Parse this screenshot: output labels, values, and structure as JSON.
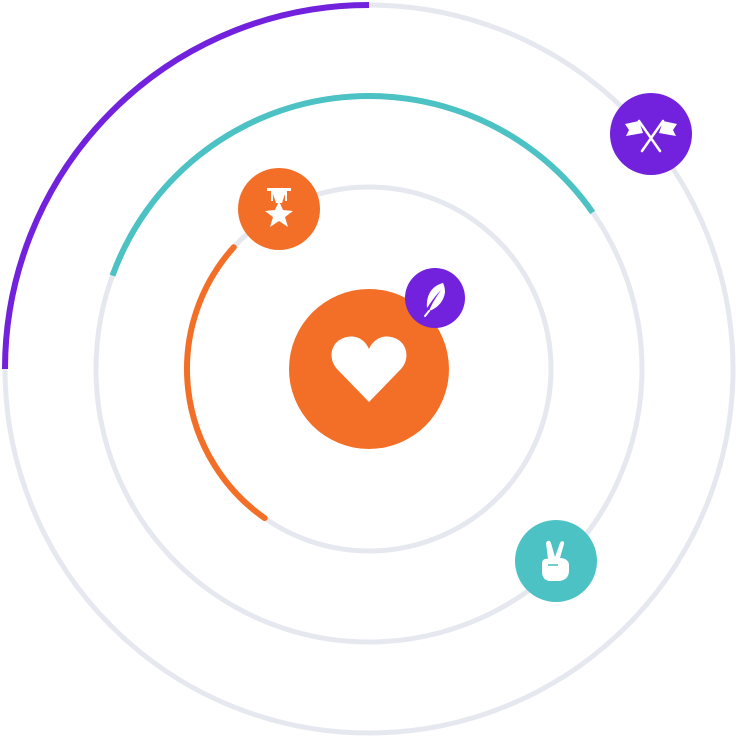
{
  "colors": {
    "track": "#e6e8f0",
    "purple": "#7222dc",
    "teal": "#4cc2c4",
    "orange": "#f36f27",
    "white": "#ffffff",
    "background": "#ffffff"
  },
  "rings": [
    {
      "id": "outer",
      "progress_arc": {
        "start_deg": 180,
        "end_deg": 270,
        "color": "purple"
      }
    },
    {
      "id": "middle",
      "progress_arc": {
        "start_deg": 200,
        "end_deg": 325,
        "color": "teal"
      }
    },
    {
      "id": "inner",
      "progress_arc": {
        "start_deg": 125,
        "end_deg": 222,
        "color": "orange"
      }
    }
  ],
  "badges": [
    {
      "id": "flags",
      "icon": "crossed-flags-icon",
      "color": "purple",
      "ring": "outer"
    },
    {
      "id": "medal",
      "icon": "medal-star-icon",
      "color": "orange",
      "ring": "inner"
    },
    {
      "id": "feather",
      "icon": "feather-icon",
      "color": "purple",
      "ring": "center"
    },
    {
      "id": "peace",
      "icon": "peace-hand-icon",
      "color": "teal",
      "ring": "middle"
    }
  ],
  "center": {
    "icon": "heart-icon",
    "color": "orange"
  }
}
